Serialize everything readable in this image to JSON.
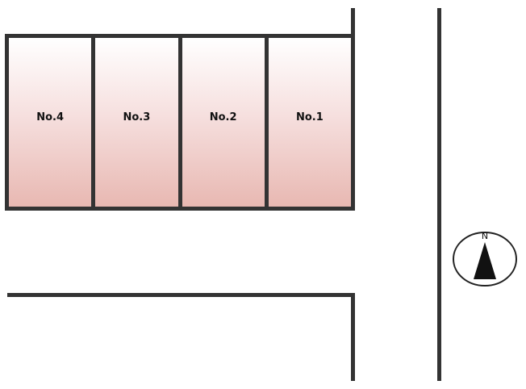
{
  "lots": [
    {
      "label": "No.4"
    },
    {
      "label": "No.3"
    },
    {
      "label": "No.2"
    },
    {
      "label": "No.1"
    }
  ],
  "compass": {
    "letter": "N",
    "icon": "north-arrow-icon"
  },
  "colors": {
    "line": "#333333",
    "lot_fill_top": "#ffffff",
    "lot_fill_bottom": "#e8b8b2"
  }
}
